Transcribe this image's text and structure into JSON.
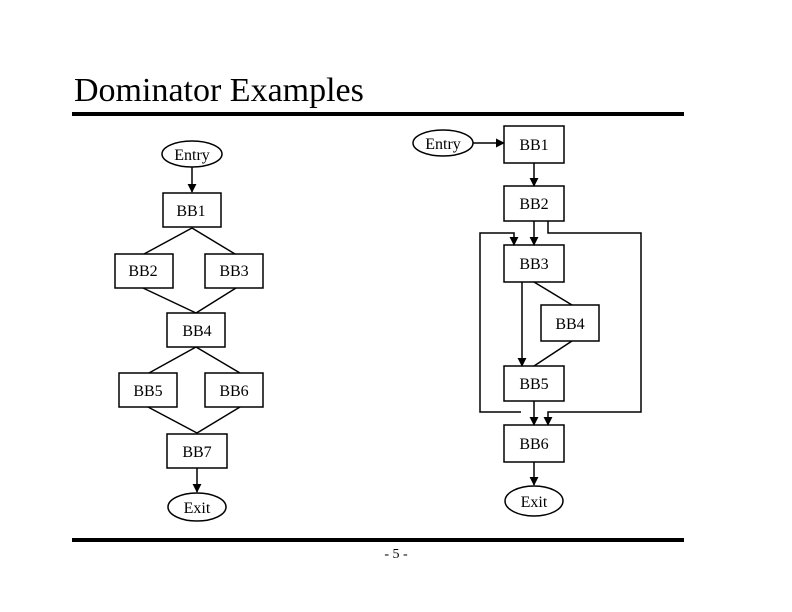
{
  "title": "Dominator Examples",
  "page_number": "- 5 -",
  "left_graph": {
    "entry": "Entry",
    "bb1": "BB1",
    "bb2": "BB2",
    "bb3": "BB3",
    "bb4": "BB4",
    "bb5": "BB5",
    "bb6": "BB6",
    "bb7": "BB7",
    "exit": "Exit"
  },
  "right_graph": {
    "entry": "Entry",
    "bb1": "BB1",
    "bb2": "BB2",
    "bb3": "BB3",
    "bb4": "BB4",
    "bb5": "BB5",
    "bb6": "BB6",
    "exit": "Exit"
  }
}
